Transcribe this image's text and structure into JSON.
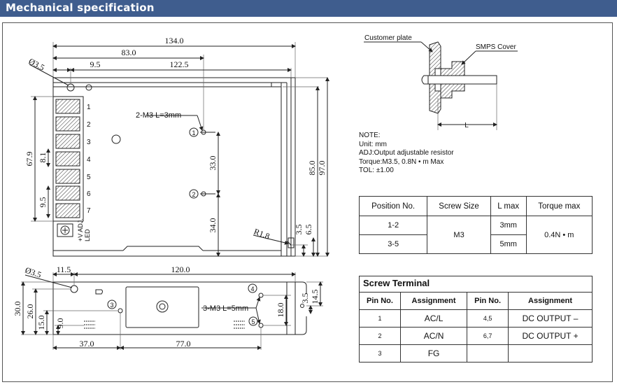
{
  "header": {
    "title": "Mechanical specification"
  },
  "top_view": {
    "dims": {
      "w134": "134.0",
      "w83": "83.0",
      "w9_5": "9.5",
      "w122_5": "122.5",
      "hole_dia": "Ø3.5",
      "h67_9": "67.9",
      "h8_1": "8.1",
      "h9_5": "9.5",
      "h33": "33.0",
      "h34": "34.0",
      "h85": "85.0",
      "h97": "97.0",
      "h3_5": "3.5",
      "h6_5": "6.5",
      "r1_8": "R1.8"
    },
    "screw_label": "2-M3 L=3mm",
    "pins": [
      "1",
      "2",
      "3",
      "4",
      "5",
      "6",
      "7"
    ],
    "markers": [
      "1",
      "2"
    ],
    "adj_label": "+V ADJ.",
    "led_label": "LED"
  },
  "side_view": {
    "dims": {
      "w11_5": "11.5",
      "w120": "120.0",
      "hole_dia": "Ø3.5",
      "h30": "30.0",
      "h26": "26.0",
      "h15": "15.0",
      "h9": "9.0",
      "h18": "18.0",
      "h3_5": "3.5",
      "h14_5": "14.5",
      "w37": "37.0",
      "w77": "77.0"
    },
    "screw_label": "3-M3 L=5mm",
    "markers": [
      "3",
      "4",
      "5"
    ]
  },
  "mount_detail": {
    "customer_plate": "Customer plate",
    "smps_cover": "SMPS Cover",
    "l_label": "L"
  },
  "note": {
    "lines": [
      "NOTE:",
      "Unit: mm",
      "ADJ:Output adjustable resistor",
      "Torque:M3.5, 0.8N • m Max",
      "TOL: ±1.00"
    ]
  },
  "torque_table": {
    "headers": [
      "Position No.",
      "Screw Size",
      "L max",
      "Torque max"
    ],
    "rows": [
      {
        "position": "1-2",
        "l_max": "3mm"
      },
      {
        "position": "3-5",
        "l_max": "5mm"
      }
    ],
    "screw_size": "M3",
    "torque": "0.4N • m"
  },
  "terminal_table": {
    "title": "Screw Terminal",
    "headers": [
      "Pin No.",
      "Assignment",
      "Pin No.",
      "Assignment"
    ],
    "rows": [
      {
        "pin_a": "1",
        "assign_a": "AC/L",
        "pin_b": "4,5",
        "assign_b": "DC OUTPUT –"
      },
      {
        "pin_a": "2",
        "assign_a": "AC/N",
        "pin_b": "6,7",
        "assign_b": "DC OUTPUT +"
      },
      {
        "pin_a": "3",
        "assign_a": "FG",
        "pin_b": "",
        "assign_b": ""
      }
    ]
  }
}
